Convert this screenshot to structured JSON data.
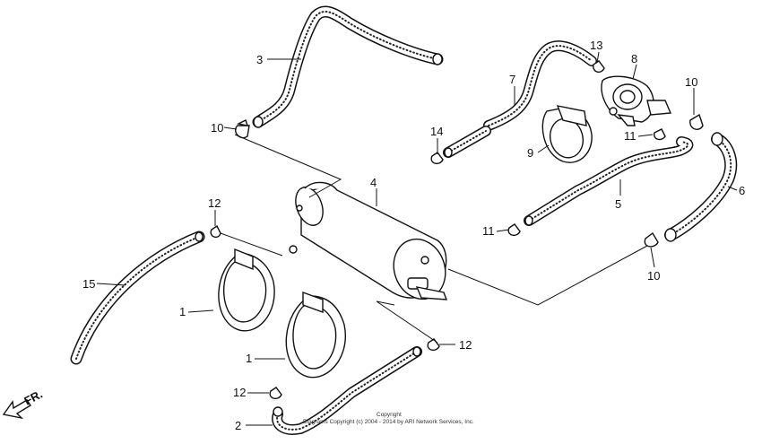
{
  "callouts": {
    "c1a": "1",
    "c1b": "1",
    "c2": "2",
    "c3": "3",
    "c4": "4",
    "c5": "5",
    "c6": "6",
    "c7": "7",
    "c8": "8",
    "c9": "9",
    "c10a": "10",
    "c10b": "10",
    "c10c": "10",
    "c11a": "11",
    "c11b": "11",
    "c12a": "12",
    "c12b": "12",
    "c12c": "12",
    "c13": "13",
    "c14": "14",
    "c15": "15"
  },
  "direction": {
    "label": "FR."
  },
  "copyright": {
    "line1": "Copyright",
    "line2": "Diagrams Copyright (c) 2004 - 2014 by ARI Network Services, Inc."
  },
  "colors": {
    "ink": "#111111",
    "paper": "#ffffff"
  }
}
